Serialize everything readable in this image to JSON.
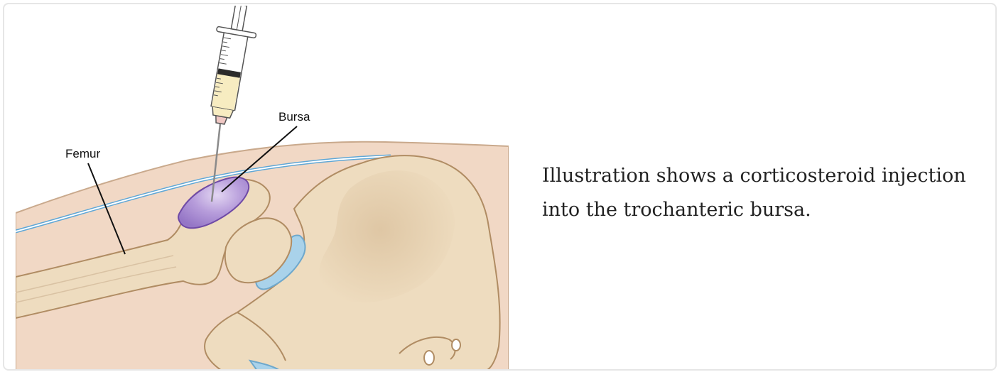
{
  "figure": {
    "labels": {
      "bursa": "Bursa",
      "femur": "Femur"
    },
    "colors": {
      "skin": "#f0d6c2",
      "skin_outline": "#c9a98c",
      "bone": "#eedcbf",
      "bone_outline": "#b08c63",
      "bursa": "#a98ad0",
      "cartilage": "#a9d2ea",
      "fascia": "#5fa7d6",
      "syringe_fluid": "#f7ecc1",
      "needle_hub": "#f0c8c4"
    },
    "icons": [
      "syringe-icon",
      "needle-icon"
    ]
  },
  "caption": {
    "text": "Illustration shows a corticosteroid injection into the trochanteric bursa."
  }
}
